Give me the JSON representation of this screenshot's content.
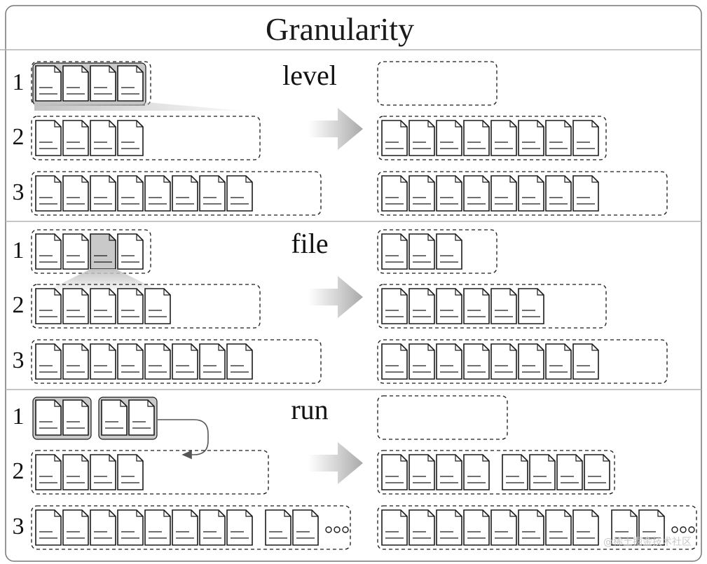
{
  "title": "Granularity",
  "watermark": "@稀土掘金技术社区",
  "colors": {
    "stroke": "#1a1a1a",
    "highlight": "#c9c9c9",
    "divider": "#b3b3b3",
    "arrow": "#a9a9a9"
  },
  "icons": {
    "file": "document-icon",
    "arrow": "right-arrow-icon",
    "loop": "curved-arrow-icon",
    "more": "ellipsis-icon"
  },
  "sections": [
    {
      "label": "level",
      "rows": [
        {
          "level": "1",
          "before": [
            4
          ],
          "after": []
        },
        {
          "level": "2",
          "before": [
            4
          ],
          "after": [
            8
          ]
        },
        {
          "level": "3",
          "before": [
            8
          ],
          "after": [
            8
          ]
        }
      ],
      "highlight": {
        "row": 0,
        "file": "all"
      }
    },
    {
      "label": "file",
      "rows": [
        {
          "level": "1",
          "before": [
            4
          ],
          "after": [
            3
          ]
        },
        {
          "level": "2",
          "before": [
            5
          ],
          "after": [
            6
          ]
        },
        {
          "level": "3",
          "before": [
            8
          ],
          "after": [
            8
          ]
        }
      ],
      "highlight": {
        "row": 0,
        "file": 3
      }
    },
    {
      "label": "run",
      "rows": [
        {
          "level": "1",
          "before": [
            2,
            2
          ],
          "after": []
        },
        {
          "level": "2",
          "before": [
            4
          ],
          "after": [
            4,
            4
          ]
        },
        {
          "level": "3",
          "before": [
            8,
            2
          ],
          "after": [
            8,
            2
          ],
          "more": true
        }
      ],
      "highlight": {
        "row": 0,
        "file": "all"
      }
    }
  ]
}
